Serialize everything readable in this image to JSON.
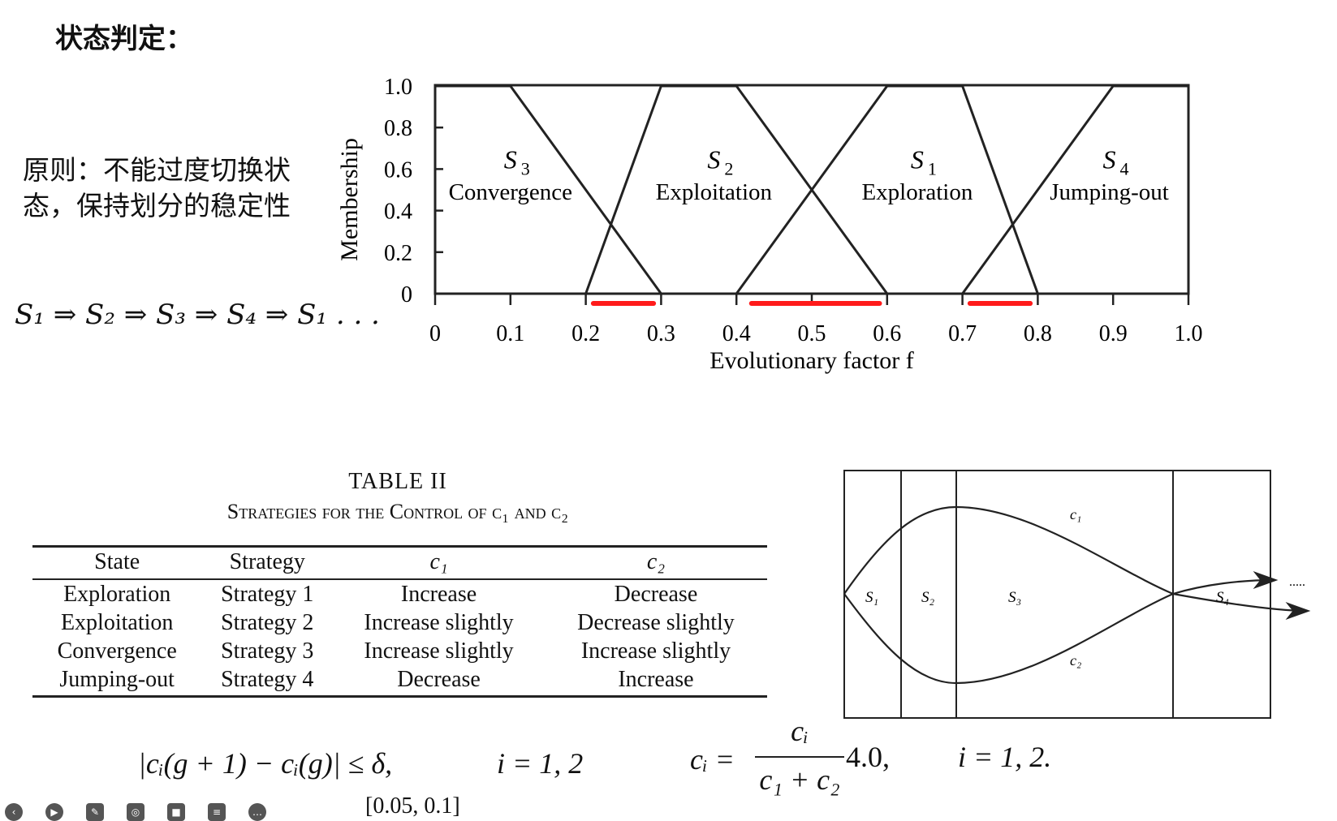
{
  "title": "状态判定：",
  "principle": {
    "text": "原则：不能过度切换状态，保持划分的稳定性"
  },
  "sequence": "S₁ ⇒ S₂ ⇒ S₃ ⇒ S₄ ⇒ S₁ . . .",
  "chart_data": {
    "type": "line",
    "xlabel": "Evolutionary factor f",
    "ylabel": "Membership",
    "xlim": [
      0,
      1.0
    ],
    "ylim": [
      0,
      1.0
    ],
    "x_ticks": [
      "0",
      "0.1",
      "0.2",
      "0.3",
      "0.4",
      "0.5",
      "0.6",
      "0.7",
      "0.8",
      "0.9",
      "1.0"
    ],
    "y_ticks": [
      "0",
      "0.2",
      "0.4",
      "0.6",
      "0.8",
      "1.0"
    ],
    "series": [
      {
        "name": "S3 Convergence",
        "x": [
          0,
          0.1,
          0.3
        ],
        "y": [
          1,
          1,
          0
        ]
      },
      {
        "name": "S2 Exploitation",
        "x": [
          0.2,
          0.3,
          0.4,
          0.6
        ],
        "y": [
          0,
          1,
          1,
          0
        ]
      },
      {
        "name": "S1 Exploration",
        "x": [
          0.4,
          0.6,
          0.7,
          0.8
        ],
        "y": [
          0,
          1,
          1,
          0
        ]
      },
      {
        "name": "S4 Jumping-out",
        "x": [
          0.7,
          0.9,
          1.0
        ],
        "y": [
          0,
          1,
          1
        ]
      }
    ],
    "region_labels": [
      {
        "symbol": "S",
        "sub": "3",
        "name": "Convergence",
        "x": 0.1
      },
      {
        "symbol": "S",
        "sub": "2",
        "name": "Exploitation",
        "x": 0.37
      },
      {
        "symbol": "S",
        "sub": "1",
        "name": "Exploration",
        "x": 0.64
      },
      {
        "symbol": "S",
        "sub": "4",
        "name": "Jumping-out",
        "x": 0.895
      }
    ],
    "highlight_ranges": [
      [
        0.21,
        0.29
      ],
      [
        0.42,
        0.59
      ],
      [
        0.71,
        0.79
      ]
    ],
    "highlight_color": "#ff1a1a"
  },
  "table": {
    "title": "TABLE II",
    "caption": "Strategies for the Control of c₁ and c₂",
    "headers": [
      "State",
      "Strategy",
      "c₁",
      "c₂"
    ],
    "rows": [
      [
        "Exploration",
        "Strategy 1",
        "Increase",
        "Decrease"
      ],
      [
        "Exploitation",
        "Strategy 2",
        "Increase slightly",
        "Decrease slightly"
      ],
      [
        "Convergence",
        "Strategy 3",
        "Increase slightly",
        "Increase slightly"
      ],
      [
        "Jumping-out",
        "Strategy 4",
        "Decrease",
        "Increase"
      ]
    ]
  },
  "diagram": {
    "curve_labels": [
      "c₁",
      "c₂"
    ],
    "region_labels": [
      "S₁",
      "S₂",
      "S₃",
      "S₄"
    ],
    "ellipsis": "....."
  },
  "equations": {
    "eq1": "|cᵢ(g + 1) − cᵢ(g)| ≤ δ,",
    "eq1_index": "i = 1, 2",
    "range": "[0.05, 0.1]",
    "eq2_lhs": "cᵢ =",
    "eq2_num": "cᵢ",
    "eq2_den": "c₁ + c₂",
    "eq2_rhs": "4.0,",
    "eq2_index": "i = 1, 2."
  }
}
